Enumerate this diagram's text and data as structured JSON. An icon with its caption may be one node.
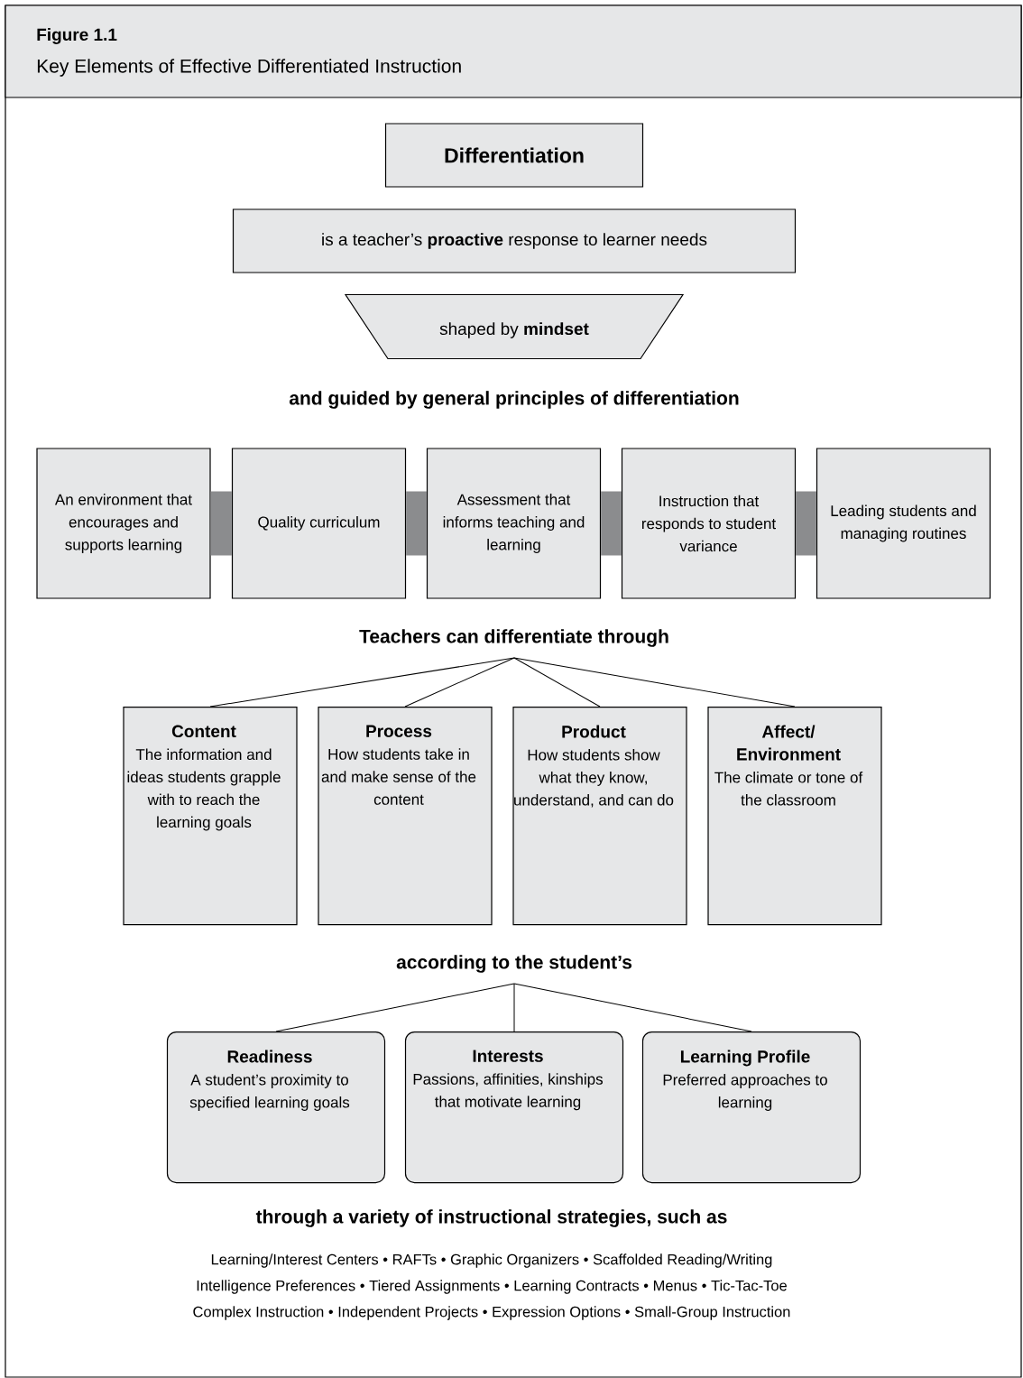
{
  "diagram": {
    "title": "Key Elements of Effective Differentiated Instruction",
    "nodes": [
      {
        "text": [
          "Differentiation"
        ]
      },
      {
        "text": [
          "is a teacher’s **proactive** response to learner needs"
        ]
      },
      {
        "text": [
          "shaped by **mindset**"
        ]
      },
      {
        "text": [
          "An environment that encourages and supports learning"
        ]
      },
      {
        "text": [
          "Quality curriculum"
        ]
      },
      {
        "text": [
          "Assessment that informs teaching and learning"
        ]
      },
      {
        "text": [
          "Instruction that responds to student variance"
        ]
      },
      {
        "text": [
          "Leading students and managing routines"
        ]
      },
      {
        "text": [
          "Teachers can differentiate through"
        ]
      },
      {
        "text": [
          "Content",
          "The information and ideas students grapple with to reach the learning goals"
        ]
      },
      {
        "text": [
          "Process",
          "How students take in and make sense of the content"
        ]
      },
      {
        "text": [
          "Product",
          "How students show what they know, understand, and can do"
        ]
      },
      {
        "text": [
          "Affect/ Environment",
          "The climate or tone of the classroom"
        ]
      },
      {
        "text": [
          "according to the student’s"
        ]
      },
      {
        "text": [
          "Readiness",
          "A student’s proximity to specified learning goals"
        ]
      },
      {
        "text": [
          "Interests",
          "Passions, affinities, kinships that motivate learning"
        ]
      },
      {
        "text": [
          "Learning Profile",
          "Preferred approaches to learning"
        ]
      }
    ],
    "edges": [
      {
        "from": 3,
        "to": 4,
        "arrow": "none",
        "style": "thick",
        "color": "#8b8c8e"
      },
      {
        "from": 4,
        "to": 5,
        "arrow": "none",
        "style": "thick",
        "color": "#8b8c8e"
      },
      {
        "from": 5,
        "to": 6,
        "arrow": "none",
        "style": "thick",
        "color": "#8b8c8e"
      },
      {
        "from": 6,
        "to": 7,
        "arrow": "none",
        "style": "thick",
        "color": "#8b8c8e"
      },
      {
        "from": 8,
        "to": 9,
        "arrow": "none"
      },
      {
        "from": 8,
        "to": 10,
        "arrow": "none"
      },
      {
        "from": 8,
        "to": 11,
        "arrow": "none"
      },
      {
        "from": 8,
        "to": 12,
        "arrow": "none"
      },
      {
        "from": 13,
        "to": 14,
        "arrow": "none"
      },
      {
        "from": 13,
        "to": 15,
        "arrow": "none"
      },
      {
        "from": 13,
        "to": 16,
        "arrow": "none"
      }
    ],
    "labels": [
      "Figure 1.1",
      "and guided by general principles of differentiation",
      "through a variety of instructional strategies, such as",
      "Learning/Interest Centers • RAFTs • Graphic Organizers • Scaffolded Reading/Writing",
      "Intelligence Preferences • Tiered Assignments • Learning Contracts • Menus • Tic-Tac-Toe",
      "Complex Instruction • Independent Projects • Expression Options • Small-Group Instruction"
    ]
  }
}
